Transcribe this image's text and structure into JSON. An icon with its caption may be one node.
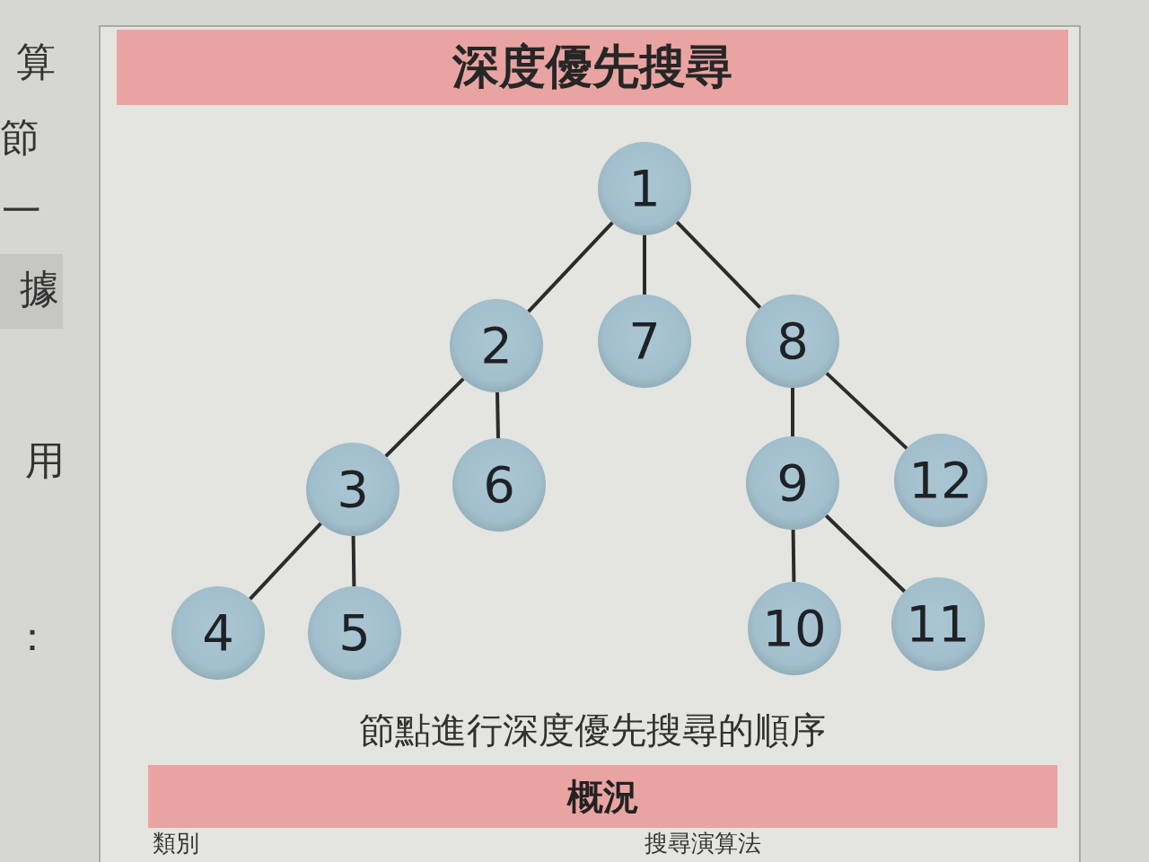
{
  "diagram": {
    "title": "深度優先搜尋",
    "nodes": [
      {
        "text": [
          "1"
        ]
      },
      {
        "text": [
          "2"
        ]
      },
      {
        "text": [
          "7"
        ]
      },
      {
        "text": [
          "8"
        ]
      },
      {
        "text": [
          "3"
        ]
      },
      {
        "text": [
          "6"
        ]
      },
      {
        "text": [
          "9"
        ]
      },
      {
        "text": [
          "12"
        ]
      },
      {
        "text": [
          "4"
        ]
      },
      {
        "text": [
          "5"
        ]
      },
      {
        "text": [
          "10"
        ]
      },
      {
        "text": [
          "11"
        ]
      },
      {
        "text": [
          "概況"
        ]
      }
    ],
    "edges": [
      {
        "from": 0,
        "to": 1,
        "arrow": "none"
      },
      {
        "from": 0,
        "to": 2,
        "arrow": "none"
      },
      {
        "from": 0,
        "to": 3,
        "arrow": "none"
      },
      {
        "from": 1,
        "to": 4,
        "arrow": "none"
      },
      {
        "from": 1,
        "to": 5,
        "arrow": "none"
      },
      {
        "from": 4,
        "to": 8,
        "arrow": "none"
      },
      {
        "from": 4,
        "to": 9,
        "arrow": "none"
      },
      {
        "from": 3,
        "to": 6,
        "arrow": "none"
      },
      {
        "from": 3,
        "to": 7,
        "arrow": "none"
      },
      {
        "from": 6,
        "to": 10,
        "arrow": "none"
      },
      {
        "from": 6,
        "to": 11,
        "arrow": "none"
      }
    ],
    "caption": "節點進行深度優先搜尋的順序",
    "labels": [
      "算",
      "節",
      "一",
      "據",
      "用",
      "：",
      "類別",
      "搜尋演算法"
    ]
  }
}
